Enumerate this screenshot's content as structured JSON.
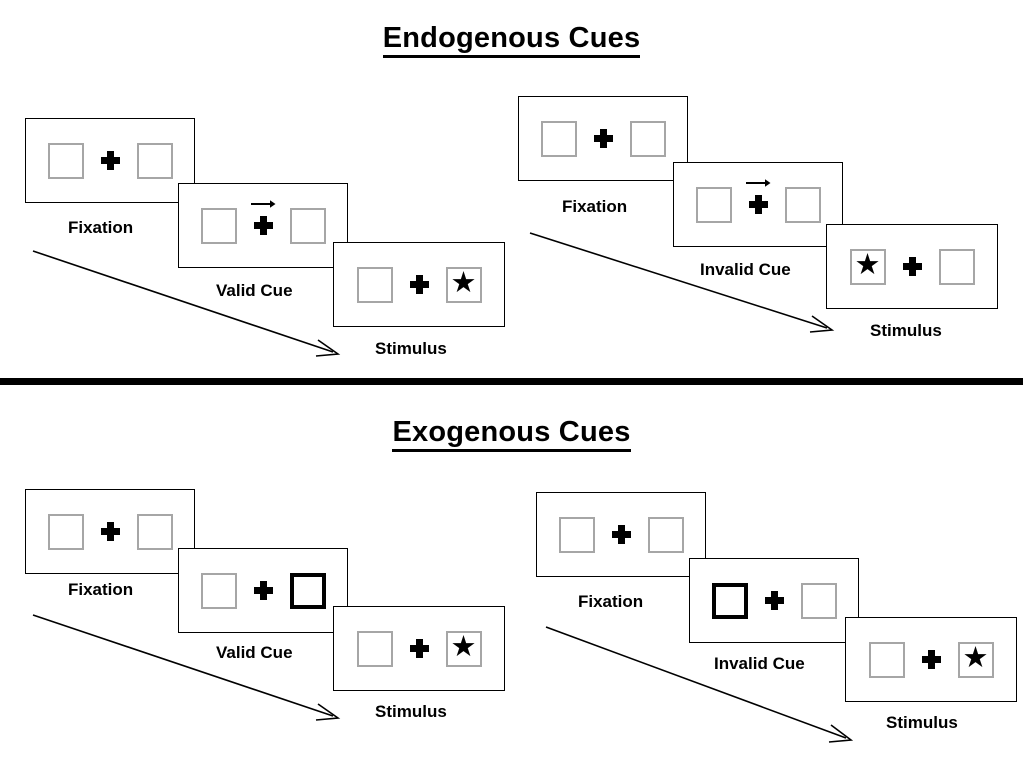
{
  "figure": {
    "title_endogenous": "Endogenous Cues",
    "title_exogenous": "Exogenous Cues",
    "colors": {
      "ink": "#000000",
      "box_border": "#a6a6a6",
      "cued_box_border": "#000000",
      "background": "#ffffff"
    },
    "icons": {
      "fixation_cross": "plus-icon",
      "target": "star-icon",
      "direction_cue": "right-arrow-icon",
      "time_flow": "diagonal-arrow-icon"
    }
  },
  "sections": [
    {
      "id": "endogenous",
      "title": "Endogenous Cues",
      "cue_type": "arrow",
      "sequences": [
        {
          "id": "endogenous-valid",
          "condition": "Valid Cue",
          "panels": [
            {
              "caption": "Fixation",
              "cue_side": "none",
              "arrow": false,
              "target_side": "none"
            },
            {
              "caption": "Valid Cue",
              "cue_side": "none",
              "arrow": true,
              "arrow_direction": "right",
              "target_side": "none"
            },
            {
              "caption": "Stimulus",
              "cue_side": "none",
              "arrow": false,
              "target_side": "right"
            }
          ]
        },
        {
          "id": "endogenous-invalid",
          "condition": "Invalid Cue",
          "panels": [
            {
              "caption": "Fixation",
              "cue_side": "none",
              "arrow": false,
              "target_side": "none"
            },
            {
              "caption": "Invalid Cue",
              "cue_side": "none",
              "arrow": true,
              "arrow_direction": "right",
              "target_side": "none"
            },
            {
              "caption": "Stimulus",
              "cue_side": "none",
              "arrow": false,
              "target_side": "left"
            }
          ]
        }
      ]
    },
    {
      "id": "exogenous",
      "title": "Exogenous Cues",
      "cue_type": "box-flash",
      "sequences": [
        {
          "id": "exogenous-valid",
          "condition": "Valid Cue",
          "panels": [
            {
              "caption": "Fixation",
              "cue_side": "none",
              "arrow": false,
              "target_side": "none"
            },
            {
              "caption": "Valid Cue",
              "cue_side": "right",
              "arrow": false,
              "target_side": "none"
            },
            {
              "caption": "Stimulus",
              "cue_side": "none",
              "arrow": false,
              "target_side": "right"
            }
          ]
        },
        {
          "id": "exogenous-invalid",
          "condition": "Invalid Cue",
          "panels": [
            {
              "caption": "Fixation",
              "cue_side": "none",
              "arrow": false,
              "target_side": "none"
            },
            {
              "caption": "Invalid Cue",
              "cue_side": "left",
              "arrow": false,
              "target_side": "none"
            },
            {
              "caption": "Stimulus",
              "cue_side": "none",
              "arrow": false,
              "target_side": "right"
            }
          ]
        }
      ]
    }
  ],
  "labels": {
    "fixation": "Fixation",
    "valid_cue": "Valid Cue",
    "invalid_cue": "Invalid Cue",
    "stimulus": "Stimulus"
  }
}
